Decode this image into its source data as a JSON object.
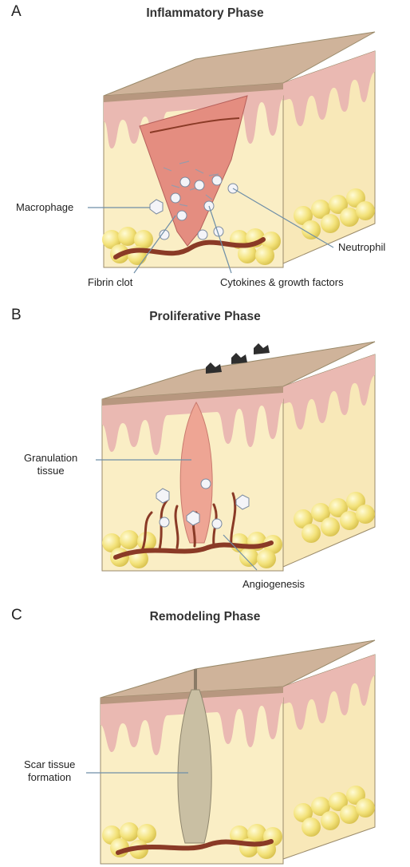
{
  "panels": [
    {
      "letter": "A",
      "title": "Inflammatory Phase",
      "labels": {
        "macrophage": "Macrophage",
        "neutrophil": "Neutrophil",
        "fibrin_clot": "Fibrin clot",
        "cytokines": "Cytokines & growth factors"
      }
    },
    {
      "letter": "B",
      "title": "Proliferative Phase",
      "labels": {
        "granulation_line1": "Granulation",
        "granulation_line2": "tissue",
        "angiogenesis": "Angiogenesis"
      }
    },
    {
      "letter": "C",
      "title": "Remodeling Phase",
      "labels": {
        "scar_line1": "Scar tissue",
        "scar_line2": "formation"
      }
    }
  ],
  "colors": {
    "skin_top": "#cfb39a",
    "skin_side": "#b7977f",
    "dermal_pink": "#eab9b2",
    "dermis": "#faeec5",
    "fat": "#f3e27a",
    "vessel": "#8a3a26",
    "wound": "#e48d80",
    "scar": "#c9bfa3",
    "leader": "#6f8fa8"
  }
}
